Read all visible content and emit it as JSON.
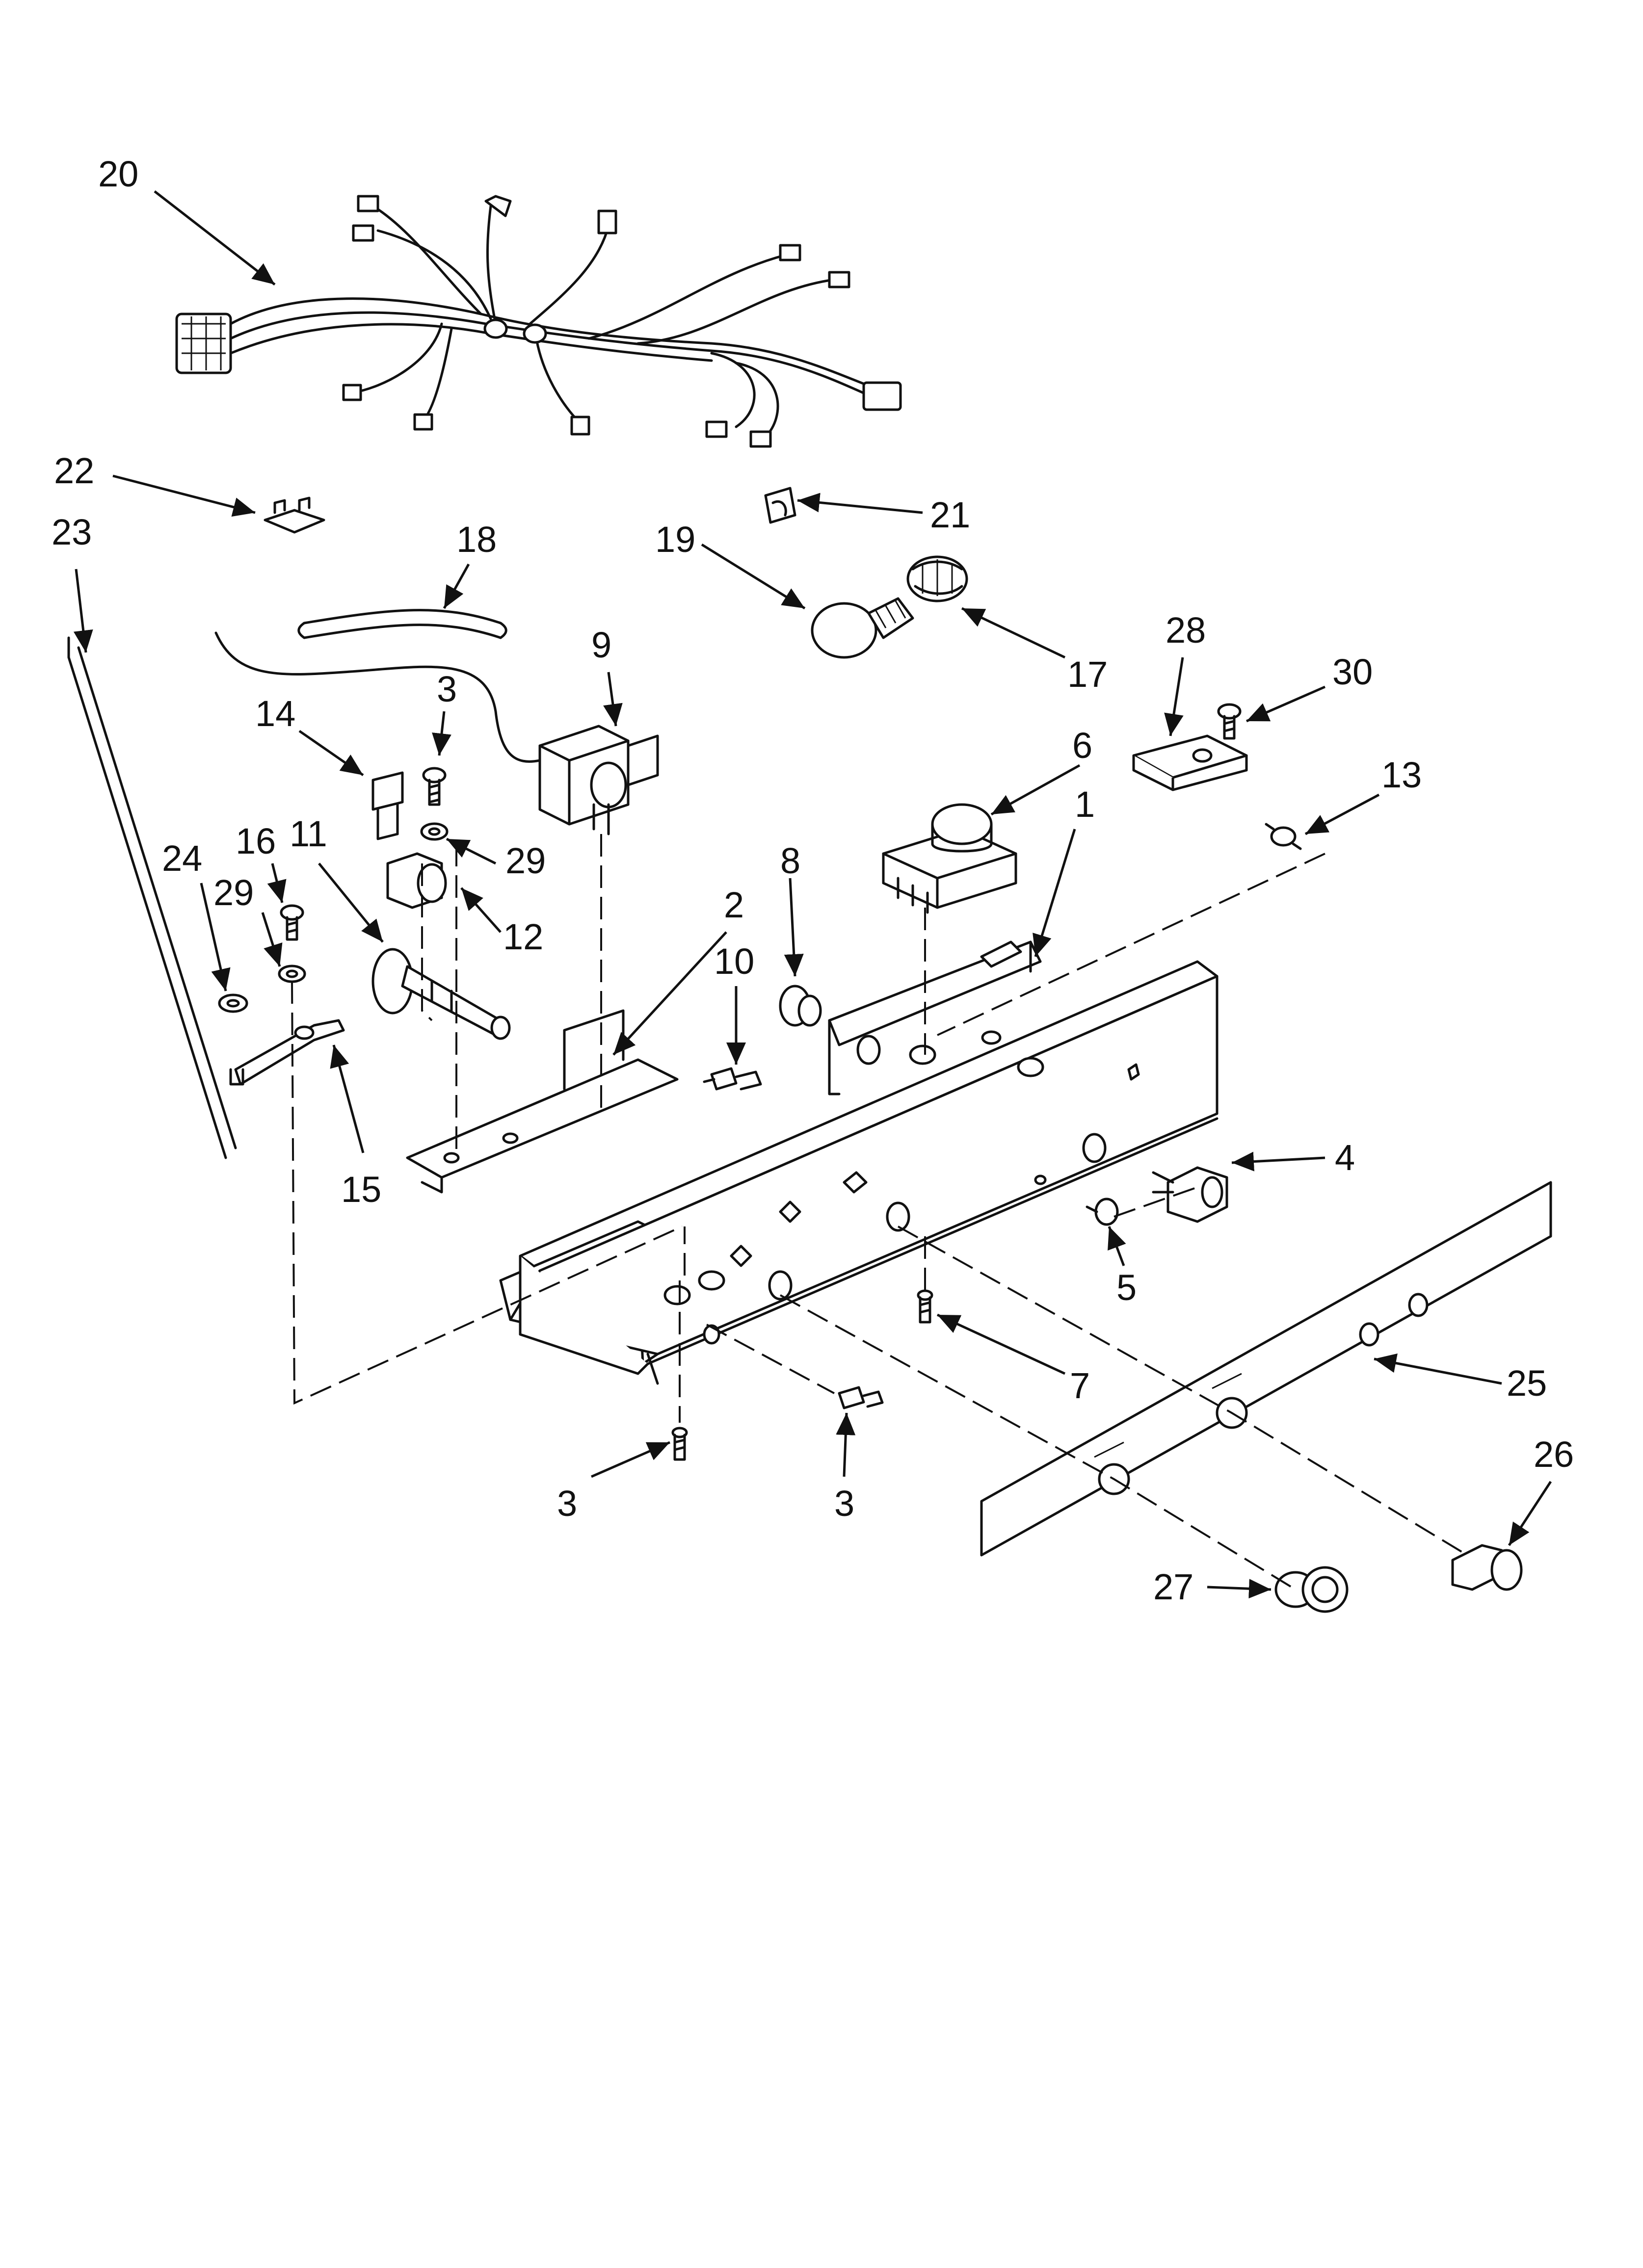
{
  "callouts": [
    {
      "id": "c20",
      "text": "20"
    },
    {
      "id": "c22",
      "text": "22"
    },
    {
      "id": "c23",
      "text": "23"
    },
    {
      "id": "c21",
      "text": "21"
    },
    {
      "id": "c19",
      "text": "19"
    },
    {
      "id": "c18",
      "text": "18"
    },
    {
      "id": "c17",
      "text": "17"
    },
    {
      "id": "c9",
      "text": "9"
    },
    {
      "id": "c3a",
      "text": "3"
    },
    {
      "id": "c14",
      "text": "14"
    },
    {
      "id": "c28",
      "text": "28"
    },
    {
      "id": "c30",
      "text": "30"
    },
    {
      "id": "c6",
      "text": "6"
    },
    {
      "id": "c13",
      "text": "13"
    },
    {
      "id": "c1",
      "text": "1"
    },
    {
      "id": "c29a",
      "text": "29"
    },
    {
      "id": "c16",
      "text": "16"
    },
    {
      "id": "c11",
      "text": "11"
    },
    {
      "id": "c24",
      "text": "24"
    },
    {
      "id": "c29b",
      "text": "29"
    },
    {
      "id": "c8",
      "text": "8"
    },
    {
      "id": "c2",
      "text": "2"
    },
    {
      "id": "c12",
      "text": "12"
    },
    {
      "id": "c10",
      "text": "10"
    },
    {
      "id": "c4",
      "text": "4"
    },
    {
      "id": "c15",
      "text": "15"
    },
    {
      "id": "c5",
      "text": "5"
    },
    {
      "id": "c7",
      "text": "7"
    },
    {
      "id": "c25",
      "text": "25"
    },
    {
      "id": "c3b",
      "text": "3"
    },
    {
      "id": "c3c",
      "text": "3"
    },
    {
      "id": "c26",
      "text": "26"
    },
    {
      "id": "c27",
      "text": "27"
    }
  ]
}
